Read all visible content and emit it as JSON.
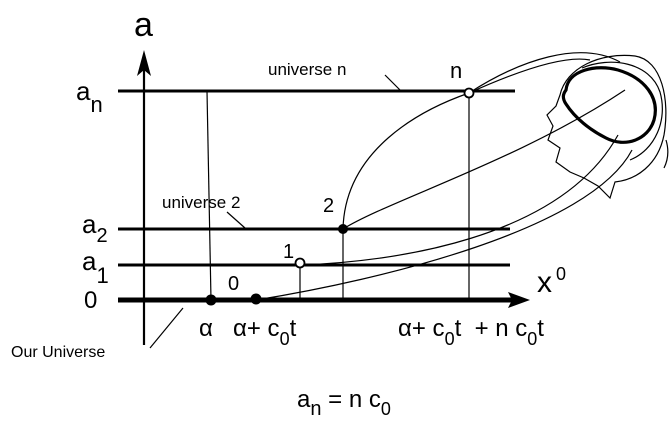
{
  "axes": {
    "vertical_label": "a",
    "horizontal_label": "x",
    "horizontal_label_sup": "0"
  },
  "levels": {
    "an": {
      "main": "a",
      "sub": "n"
    },
    "a2": {
      "main": "a",
      "sub": "2"
    },
    "a1": {
      "main": "a",
      "sub": "1"
    },
    "zero": "0"
  },
  "universes": {
    "n_label": "universe n",
    "two_label": "universe 2",
    "ours_label": "Our Universe"
  },
  "points": {
    "n": "n",
    "two": "2",
    "one": "1",
    "zero": "0"
  },
  "x_markers": {
    "alpha": "α",
    "alpha_c0t": {
      "pre": "α+ c",
      "sub": "0",
      "post": "t"
    },
    "alpha_full": {
      "p1": "α+ c",
      "s1": "0",
      "p2": "t  + n c",
      "s2": "0",
      "p3": "t"
    }
  },
  "formula": {
    "a": "a",
    "sub_n": "n",
    "rest": " = n c",
    "sub_0": "0"
  },
  "colors": {
    "ink": "#000000",
    "background": "#ffffff"
  }
}
